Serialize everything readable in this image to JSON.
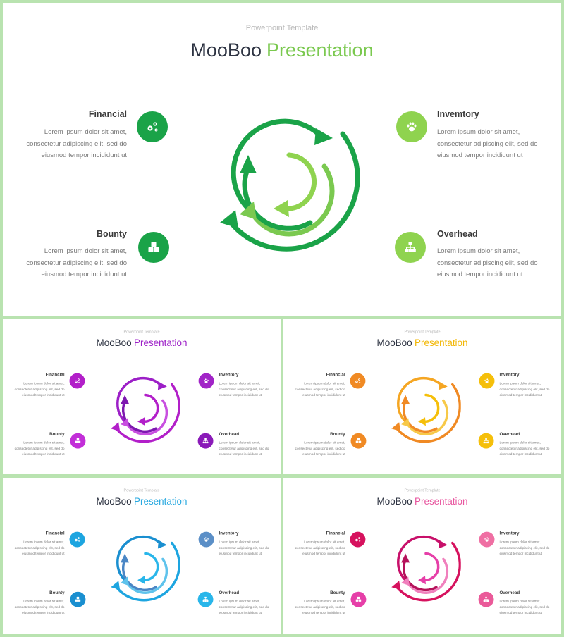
{
  "slides": [
    {
      "subtitle": "Powerpoint Template",
      "title_main": "MooBoo",
      "title_accent": "Presentation",
      "colors": {
        "accent": "#7bc950",
        "financial": "#1aa348",
        "bounty": "#1aa348",
        "inventory": "#8fd34f",
        "overhead": "#8fd34f",
        "arcs": [
          "#1aa348",
          "#1aa348",
          "#7bc950",
          "#8fd34f",
          "#1aa348"
        ]
      },
      "items": {
        "financial": {
          "label": "Financial",
          "desc": [
            "Lorem ipsum dolor sit amet,",
            "consectetur adipiscing elit, sed do",
            "eiusmod tempor incididunt ut"
          ]
        },
        "bounty": {
          "label": "Bounty",
          "desc": [
            "Lorem ipsum dolor sit amet,",
            "consectetur adipiscing elit, sed do",
            "eiusmod tempor incididunt ut"
          ]
        },
        "inventory": {
          "label": "Invemtory",
          "desc": [
            "Lorem ipsum dolor sit amet,",
            "consectetur adipiscing elit, sed do",
            "eiusmod tempor incididunt ut"
          ]
        },
        "overhead": {
          "label": "Overhead",
          "desc": [
            "Lorem ipsum dolor sit amet,",
            "consectetur adipiscing elit, sed do",
            "eiusmod tempor incididunt ut"
          ]
        }
      }
    },
    {
      "subtitle": "Powerpoint Template",
      "title_main": "MooBoo",
      "title_accent": "Presentation",
      "colors": {
        "accent": "#9c1fc7",
        "financial": "#b21fc9",
        "bounty": "#c22fd8",
        "inventory": "#a124c7",
        "overhead": "#8a1ab8",
        "arcs": [
          "#b21fc9",
          "#9c1fc7",
          "#c84fe0",
          "#b21fc9",
          "#7d18b0"
        ]
      },
      "items": {
        "financial": {
          "label": "Financial",
          "desc": [
            "Lorem ipsum dolor sit amet,",
            "consectetur adipiscing elit, sed do",
            "eiusmod tempor incididunt ut"
          ]
        },
        "bounty": {
          "label": "Bounty",
          "desc": [
            "Lorem ipsum dolor sit amet,",
            "consectetur adipiscing elit, sed do",
            "eiusmod tempor incididunt ut"
          ]
        },
        "inventory": {
          "label": "Inventory",
          "desc": [
            "Lorem ipsum dolor sit amet,",
            "consectetur adipiscing elit, sed do",
            "eiusmod tempor incididunt ut"
          ]
        },
        "overhead": {
          "label": "Overhead",
          "desc": [
            "Lorem ipsum dolor sit amet,",
            "consectetur adipiscing elit, sed do",
            "eiusmod tempor incididunt ut"
          ]
        }
      }
    },
    {
      "subtitle": "Powerpoint Template",
      "title_main": "MooBoo",
      "title_accent": "Presentation",
      "colors": {
        "accent": "#f2b705",
        "financial": "#f08a24",
        "bounty": "#f08a24",
        "inventory": "#f5bf0a",
        "overhead": "#f5bf0a",
        "arcs": [
          "#f08a24",
          "#f5a623",
          "#f7c948",
          "#f5bf0a",
          "#f08a24"
        ]
      },
      "items": {
        "financial": {
          "label": "Financial",
          "desc": [
            "Lorem ipsum dolor sit amet,",
            "consectetur adipiscing elit, sed do",
            "eiusmod tempor incididunt ut"
          ]
        },
        "bounty": {
          "label": "Bounty",
          "desc": [
            "Lorem ipsum dolor sit amet,",
            "consectetur adipiscing elit, sed do",
            "eiusmod tempor incididunt ut"
          ]
        },
        "inventory": {
          "label": "Inventory",
          "desc": [
            "Lorem ipsum dolor sit amet,",
            "consectetur adipiscing elit, sed do",
            "eiusmod tempor incididunt ut"
          ]
        },
        "overhead": {
          "label": "Overhead",
          "desc": [
            "Lorem ipsum dolor sit amet,",
            "consectetur adipiscing elit, sed do",
            "eiusmod tempor incididunt ut"
          ]
        }
      }
    },
    {
      "subtitle": "Powerpoint Template",
      "title_main": "MooBoo",
      "title_accent": "Presentation",
      "colors": {
        "accent": "#29a9e0",
        "financial": "#1da5e0",
        "bounty": "#1a8fd0",
        "inventory": "#5b8fc7",
        "overhead": "#29b6ea",
        "arcs": [
          "#1da5e0",
          "#1a8fd0",
          "#5fc3ec",
          "#29b6ea",
          "#4a86c5"
        ]
      },
      "items": {
        "financial": {
          "label": "Financial",
          "desc": [
            "Lorem ipsum dolor sit amet,",
            "consectetur adipiscing elit, sed do",
            "eiusmod tempor incididunt ut"
          ]
        },
        "bounty": {
          "label": "Bounty",
          "desc": [
            "Lorem ipsum dolor sit amet,",
            "consectetur adipiscing elit, sed do",
            "eiusmod tempor incididunt ut"
          ]
        },
        "inventory": {
          "label": "Inventory",
          "desc": [
            "Lorem ipsum dolor sit amet,",
            "consectetur adipiscing elit, sed do",
            "eiusmod tempor incididunt ut"
          ]
        },
        "overhead": {
          "label": "Overhead",
          "desc": [
            "Lorem ipsum dolor sit amet,",
            "consectetur adipiscing elit, sed do",
            "eiusmod tempor incididunt ut"
          ]
        }
      }
    },
    {
      "subtitle": "Powerpoint Template",
      "title_main": "MooBoo",
      "title_accent": "Presentation",
      "colors": {
        "accent": "#e8569f",
        "financial": "#d6125e",
        "bounty": "#e63fa8",
        "inventory": "#ef6fa3",
        "overhead": "#ea5a99",
        "arcs": [
          "#d6125e",
          "#c8106a",
          "#f080bd",
          "#e63fa8",
          "#b5125a"
        ]
      },
      "items": {
        "financial": {
          "label": "Financial",
          "desc": [
            "Lorem ipsum dolor sit amet,",
            "consectetur adipiscing elit, sed do",
            "eiusmod tempor incididunt ut"
          ]
        },
        "bounty": {
          "label": "Bounty",
          "desc": [
            "Lorem ipsum dolor sit amet,",
            "consectetur adipiscing elit, sed do",
            "eiusmod tempor incididunt ut"
          ]
        },
        "inventory": {
          "label": "Inventory",
          "desc": [
            "Lorem ipsum dolor sit amet,",
            "consectetur adipiscing elit, sed do",
            "eiusmod tempor incididunt ut"
          ]
        },
        "overhead": {
          "label": "Overhead",
          "desc": [
            "Lorem ipsum dolor sit amet,",
            "consectetur adipiscing elit, sed do",
            "eiusmod tempor incididunt ut"
          ]
        }
      }
    }
  ]
}
